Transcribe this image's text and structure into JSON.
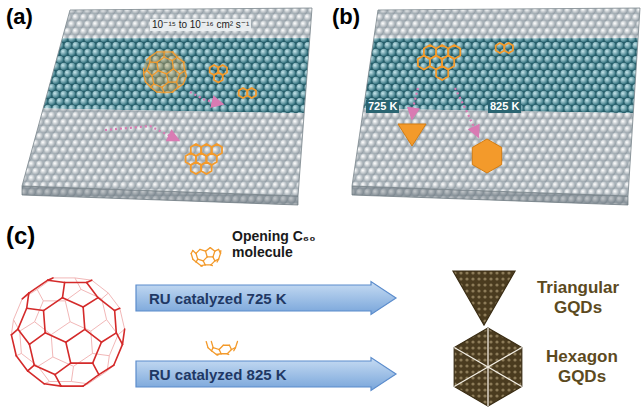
{
  "diagram": {
    "nodes": [
      {
        "text": [
          "RU catalyzed 725 K"
        ]
      },
      {
        "text": [
          "RU catalyzed 825 K"
        ]
      },
      {
        "text": [
          "Triangular GQDs"
        ]
      },
      {
        "text": [
          "Hexagon GQDs"
        ]
      }
    ],
    "labels": [
      "(a)",
      "10⁻¹⁵ to 10⁻¹⁶ cm² s⁻¹",
      "(b)",
      "725 K",
      "825 K",
      "(c)",
      "Opening C₆₀ molecule"
    ]
  }
}
